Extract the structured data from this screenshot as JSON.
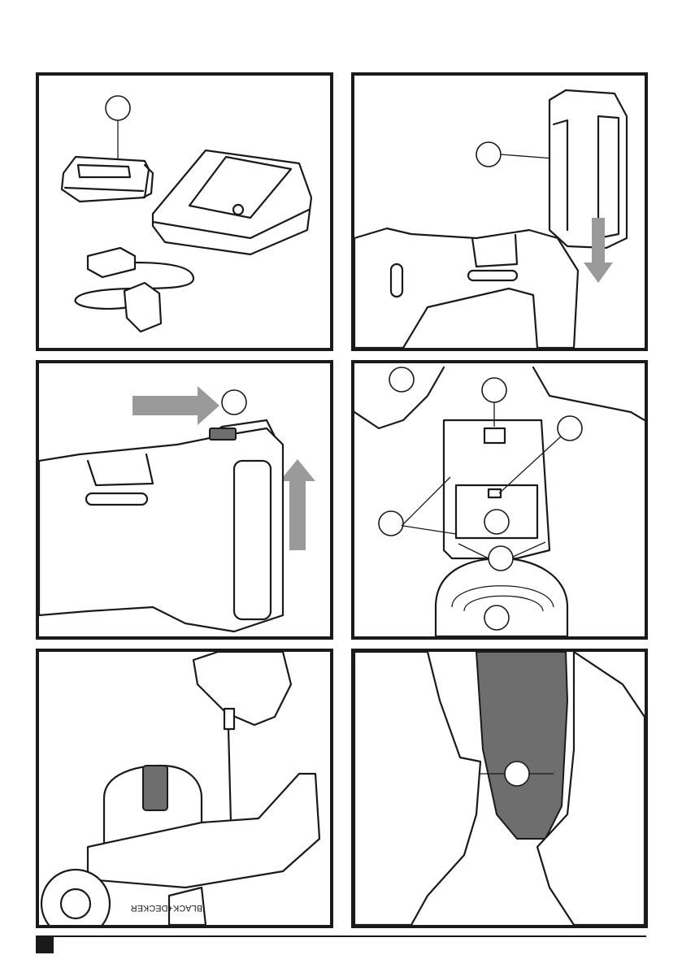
{
  "brand_mark": "BLACK+DECKER",
  "panels": [
    {
      "id": "fig-1",
      "callouts": 1
    },
    {
      "id": "fig-2",
      "callouts": 1
    },
    {
      "id": "fig-3",
      "callouts": 1
    },
    {
      "id": "fig-4",
      "callouts": 6
    },
    {
      "id": "fig-5",
      "callouts": 0
    },
    {
      "id": "fig-6",
      "callouts": 1
    }
  ],
  "colors": {
    "line": "#1a1a1a",
    "arrow": "#9a9a9a",
    "handle": "#6e6e6e",
    "background": "#ffffff"
  }
}
